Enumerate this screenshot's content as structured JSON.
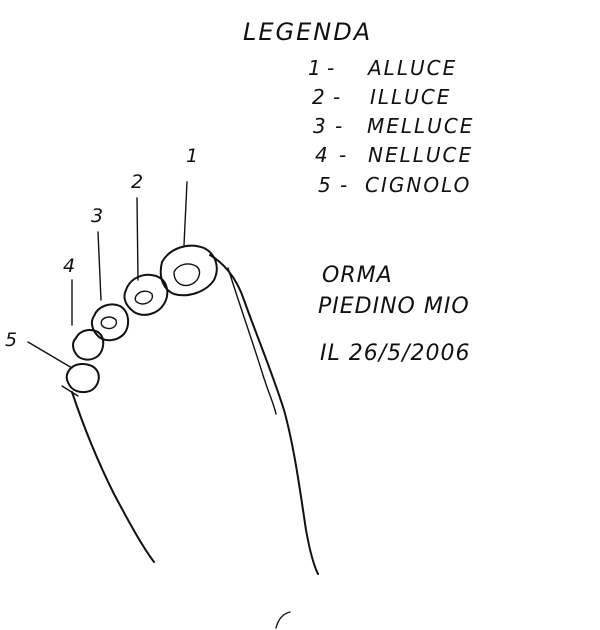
{
  "legend": {
    "title": "LEGENDA",
    "items": [
      {
        "number": "1",
        "name": "ALLUCE"
      },
      {
        "number": "2",
        "name": "ILLUCE"
      },
      {
        "number": "3",
        "name": "MELLUCE"
      },
      {
        "number": "4",
        "name": "NELLUCE"
      },
      {
        "number": "5",
        "name": "CIGNOLO"
      }
    ]
  },
  "toe_labels": [
    "1",
    "2",
    "3",
    "4",
    "5"
  ],
  "note": {
    "line1": "ORMA",
    "line2": "PIEDINO MIO",
    "line3": "IL 26/5/2006"
  },
  "colors": {
    "ink": "#111111",
    "paper": "#ffffff"
  }
}
